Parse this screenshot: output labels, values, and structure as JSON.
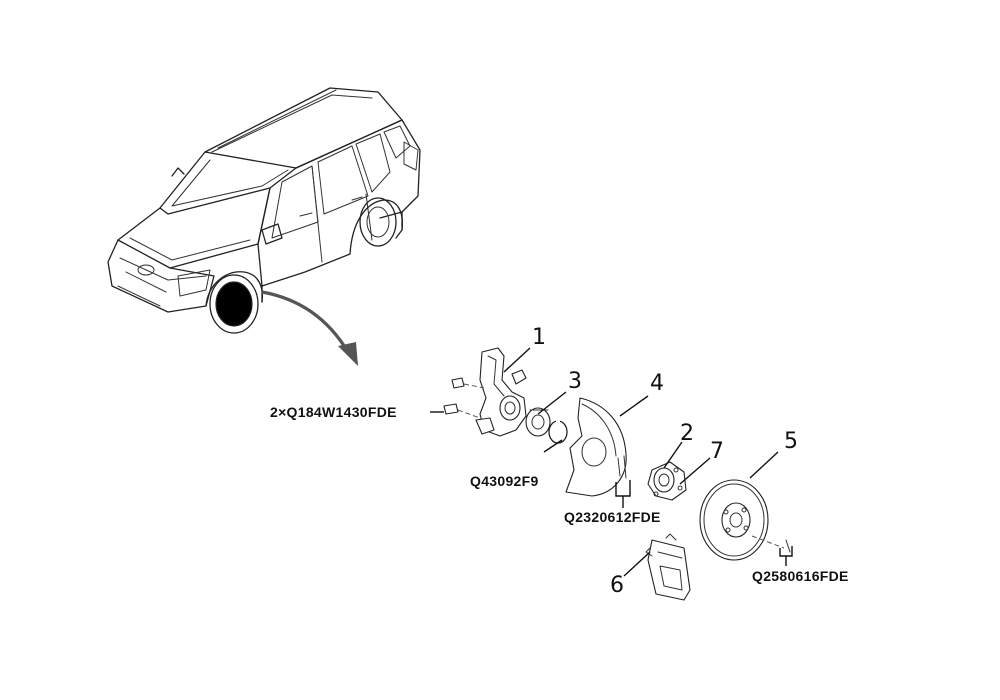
{
  "callouts": [
    "1",
    "2",
    "3",
    "4",
    "5",
    "6",
    "7"
  ],
  "part_codes": {
    "knuckle_bolts": "2×Q184W1430FDE",
    "circlip": "Q43092F9",
    "shield_bolts": "Q2320612FDE",
    "disc_screws": "Q2580616FDE"
  },
  "colors": {
    "line": "#222222",
    "arrow": "#555555",
    "background": "#ffffff"
  },
  "icons": [
    "vehicle-suv-icon",
    "pointer-arrow-icon"
  ]
}
